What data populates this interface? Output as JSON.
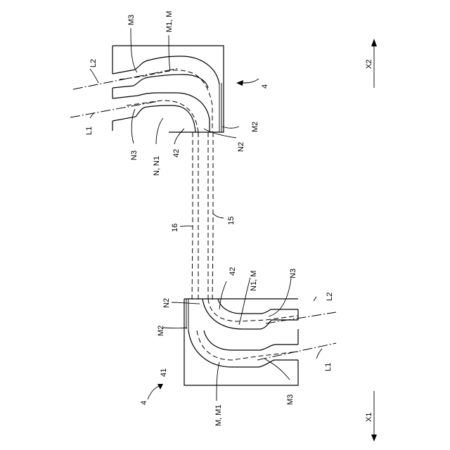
{
  "labels": {
    "M3_top": "M3",
    "M1M_top": "M1, M",
    "L2_top": "L2",
    "L1_top": "L1",
    "ref4_top": "4",
    "M2_top": "M2",
    "N2_top": "N2",
    "N3_top": "N3",
    "NN1_top": "N, N1",
    "n42_top": "42",
    "n16": "16",
    "n15": "15",
    "n42_bottom": "42",
    "N1M_bottom": "N1, M",
    "N3_bottom": "N3",
    "N2_bottom": "N2",
    "L2_bottom": "L2",
    "M2_bottom": "M2",
    "n41": "41",
    "L1_bottom": "L1",
    "ref4_bottom": "4",
    "MM1_bottom": "M, M1",
    "M3_bottom": "M3",
    "X2": "X2",
    "X1": "X1"
  }
}
